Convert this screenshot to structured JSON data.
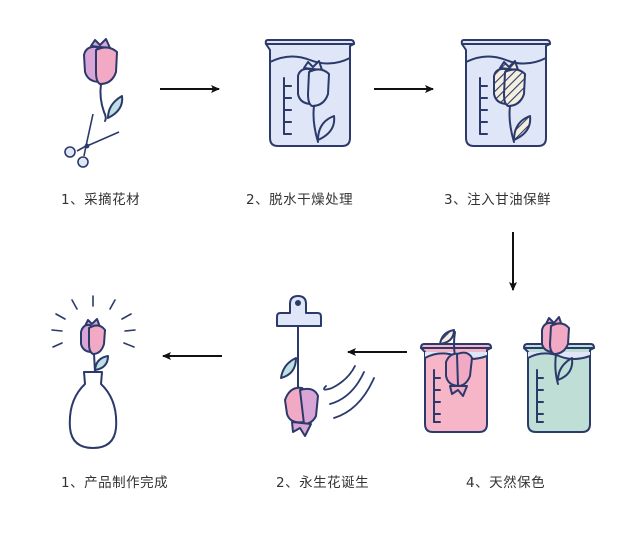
{
  "diagram": {
    "title": "",
    "colors": {
      "outline": "#2b3a6b",
      "petal_pink": "#f2a9c4",
      "petal_side": "#d9a4d6",
      "leaf": "#bfe0e3",
      "beaker_fill": "#dfe6f7",
      "beaker_water": "#dfe6f7",
      "dye_pink": "#f7b6c8",
      "dye_green": "#bfded5",
      "arrow": "#111111"
    },
    "steps": [
      {
        "id": "pick",
        "label": "1、采摘花材"
      },
      {
        "id": "dehydrate",
        "label": "2、脱水干燥处理"
      },
      {
        "id": "glycerin",
        "label": "3、注入甘油保鲜"
      },
      {
        "id": "color",
        "label": "4、天然保色"
      },
      {
        "id": "born",
        "label": "2、永生花诞生"
      },
      {
        "id": "done",
        "label": "1、产品制作完成"
      }
    ],
    "flow": [
      {
        "from": "pick",
        "to": "dehydrate",
        "direction": "right"
      },
      {
        "from": "dehydrate",
        "to": "glycerin",
        "direction": "right"
      },
      {
        "from": "glycerin",
        "to": "color",
        "direction": "down"
      },
      {
        "from": "color",
        "to": "born",
        "direction": "left"
      },
      {
        "from": "born",
        "to": "done",
        "direction": "left"
      }
    ]
  }
}
